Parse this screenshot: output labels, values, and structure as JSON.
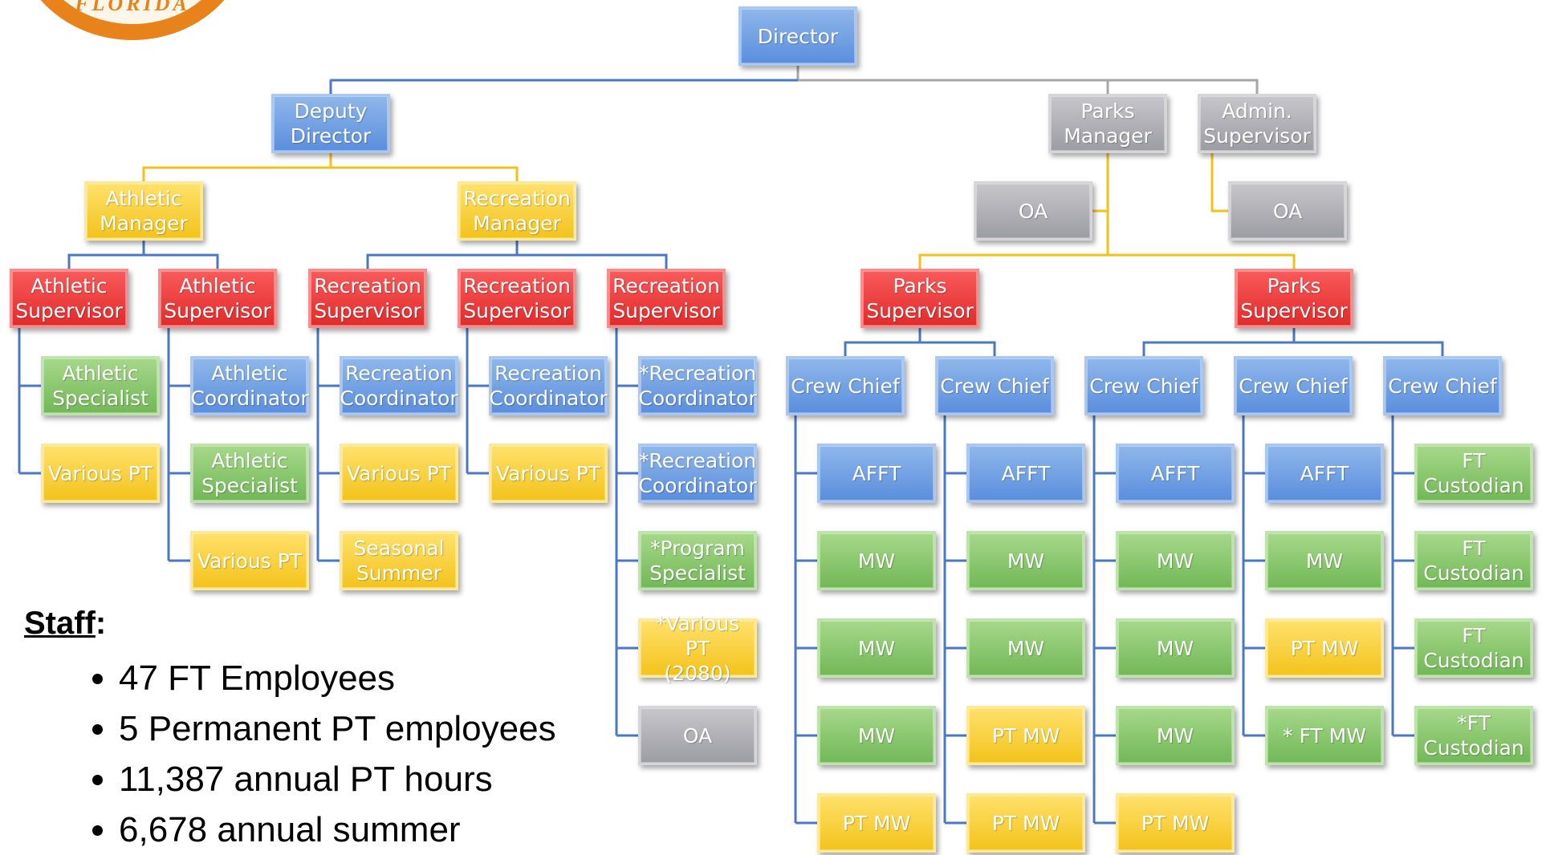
{
  "logo": {
    "text": "FLORIDA"
  },
  "staff": {
    "title": "Staff",
    "items": [
      "47 FT Employees",
      "5 Permanent PT employees",
      "11,387 annual PT hours",
      "6,678 annual summer"
    ]
  },
  "colors": {
    "blue": "#6b9ae0",
    "gray": "#aeaeb4",
    "yellow": "#f7cd2e",
    "red": "#ec3a3a",
    "green": "#86c46a",
    "blue_line": "#4a78c4",
    "gold_line": "#f2c21a",
    "gray_line": "#a7a7a7"
  },
  "nodes": {
    "director": "Director",
    "deputy_director": "Deputy\nDirector",
    "parks_manager": "Parks\nManager",
    "admin_supervisor": "Admin.\nSupervisor",
    "athletic_manager": "Athletic\nManager",
    "recreation_manager": "Recreation\nManager",
    "oa_parks": "OA",
    "oa_admin": "OA",
    "athletic_supervisor_1": "Athletic\nSupervisor",
    "athletic_supervisor_2": "Athletic\nSupervisor",
    "recreation_supervisor_1": "Recreation\nSupervisor",
    "recreation_supervisor_2": "Recreation\nSupervisor",
    "recreation_supervisor_3": "Recreation\nSupervisor",
    "parks_supervisor_1": "Parks\nSupervisor",
    "parks_supervisor_2": "Parks\nSupervisor",
    "athletic_specialist_1": "Athletic\nSpecialist",
    "various_pt_1": "Various PT",
    "athletic_coordinator": "Athletic\nCoordinator",
    "athletic_specialist_2": "Athletic\nSpecialist",
    "various_pt_2": "Various PT",
    "recreation_coordinator_1": "Recreation\nCoordinator",
    "various_pt_3": "Various PT",
    "seasonal_summer": "Seasonal\nSummer",
    "recreation_coordinator_2": "Recreation\nCoordinator",
    "various_pt_4": "Various PT",
    "star_recreation_coordinator_1": "*Recreation\nCoordinator",
    "star_recreation_coordinator_2": "*Recreation\nCoordinator",
    "star_program_specialist": "*Program\nSpecialist",
    "star_various_pt_2080": "*Various PT\n(2080)",
    "oa_recreation": "OA",
    "crew_chief_1": "Crew Chief",
    "crew_chief_2": "Crew Chief",
    "crew_chief_3": "Crew Chief",
    "crew_chief_4": "Crew Chief",
    "crew_chief_5": "Crew Chief",
    "c1_afft": "AFFT",
    "c1_mw_1": "MW",
    "c1_mw_2": "MW",
    "c1_mw_3": "MW",
    "c1_pt_mw": "PT MW",
    "c2_afft": "AFFT",
    "c2_mw_1": "MW",
    "c2_mw_2": "MW",
    "c2_pt_mw_1": "PT MW",
    "c2_pt_mw_2": "PT MW",
    "c3_afft": "AFFT",
    "c3_mw_1": "MW",
    "c3_mw_2": "MW",
    "c3_mw_3": "MW",
    "c3_pt_mw": "PT MW",
    "c4_afft": "AFFT",
    "c4_mw": "MW",
    "c4_pt_mw": "PT MW",
    "c4_star_ft_mw": "* FT MW",
    "c5_ft_custodian_1": "FT\nCustodian",
    "c5_ft_custodian_2": "FT\nCustodian",
    "c5_ft_custodian_3": "FT\nCustodian",
    "c5_star_ft_custodian": "*FT\nCustodian"
  }
}
